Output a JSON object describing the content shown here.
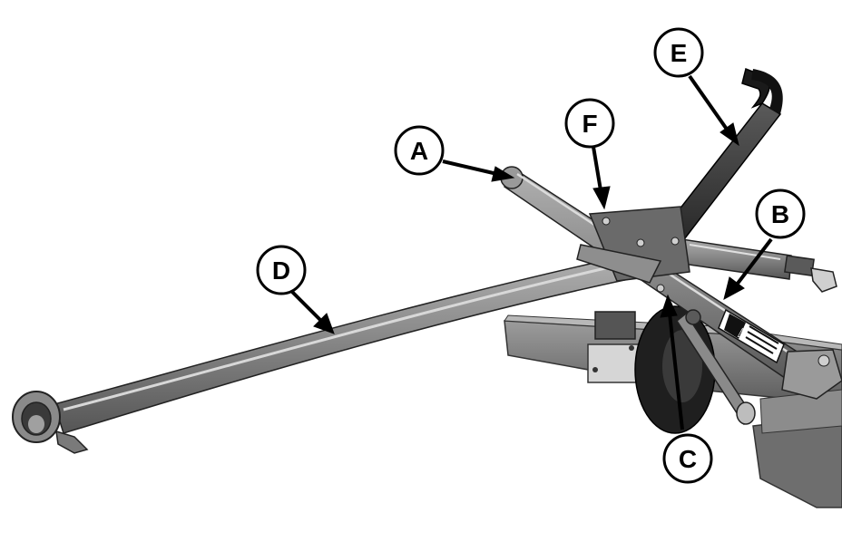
{
  "callouts": [
    {
      "id": "A",
      "label": "A"
    },
    {
      "id": "B",
      "label": "B"
    },
    {
      "id": "C",
      "label": "C"
    },
    {
      "id": "D",
      "label": "D"
    },
    {
      "id": "E",
      "label": "E"
    },
    {
      "id": "F",
      "label": "F"
    }
  ],
  "decal": {
    "symbol": "⚠"
  },
  "colors": {
    "metal_dark": "#4a4a4a",
    "metal_mid": "#7a7a7a",
    "metal_light": "#a6a6a6",
    "ink": "#000000",
    "paper": "#ffffff"
  }
}
